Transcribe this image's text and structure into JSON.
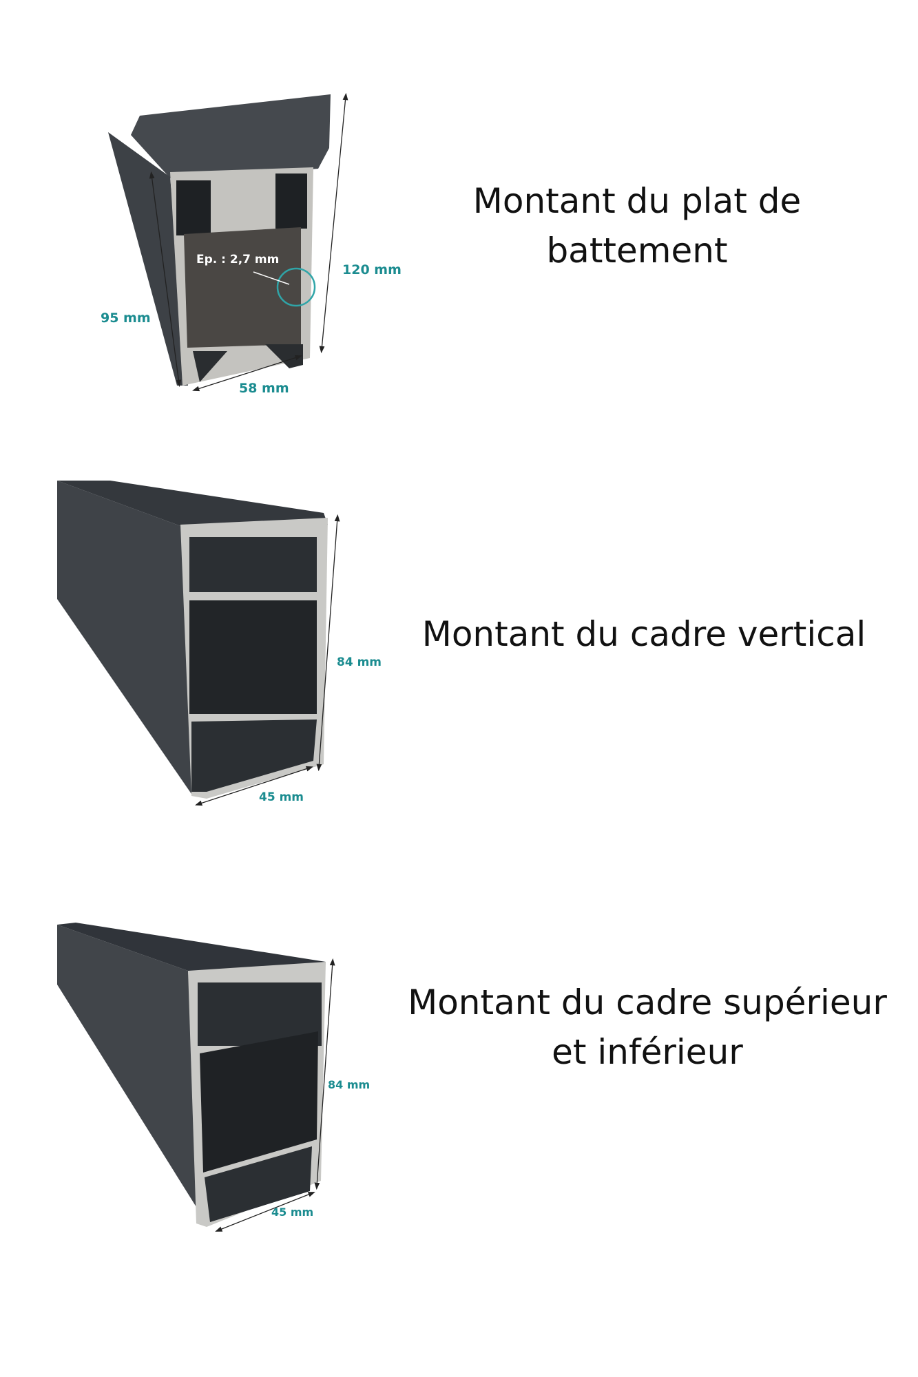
{
  "profiles": [
    {
      "title_line1": "Montant du plat de",
      "title_line2": "battement",
      "height_label": "120 mm",
      "side_label": "95 mm",
      "width_label": "58 mm",
      "thickness_label": "Ep. : 2,7 mm"
    },
    {
      "title_line1": "Montant du cadre vertical",
      "height_label": "84 mm",
      "width_label": "45 mm"
    },
    {
      "title_line1": "Montant du cadre supérieur",
      "title_line2": "et inférieur",
      "height_label": "84 mm",
      "width_label": "45 mm"
    }
  ],
  "colors": {
    "accent": "#1b8c90",
    "profile_dark": "#3b3f44",
    "aluminium": "#c9c9c6"
  }
}
